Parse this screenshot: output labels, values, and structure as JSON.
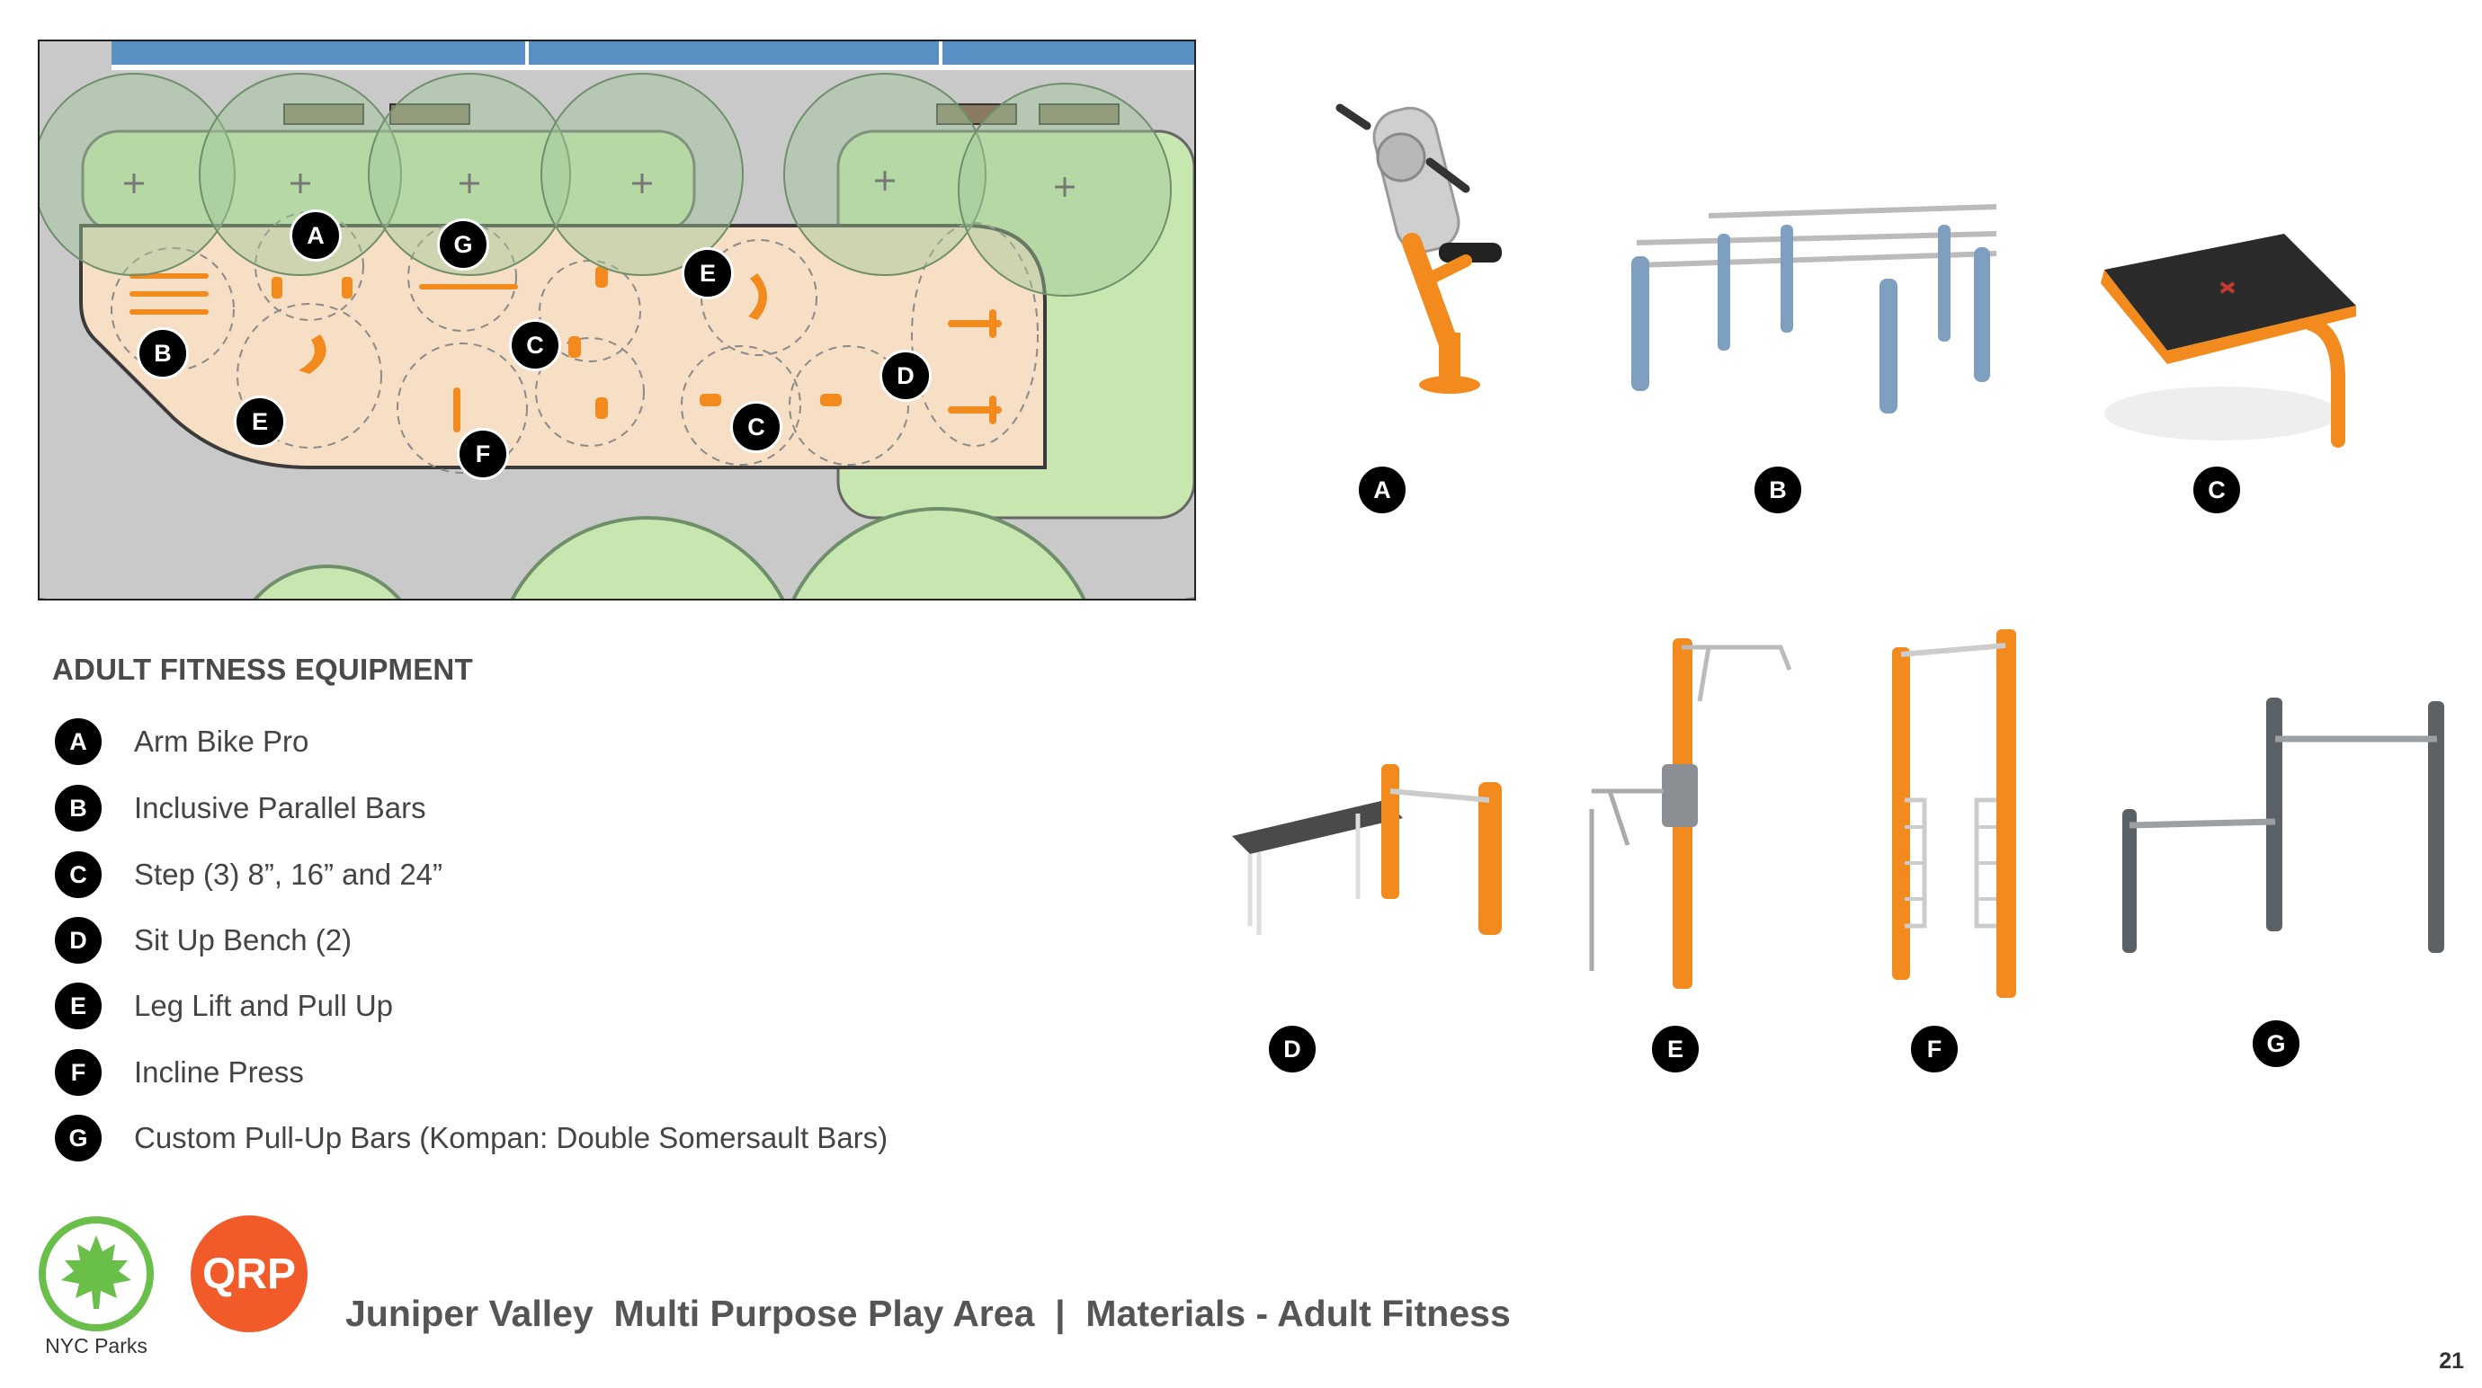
{
  "legend": {
    "title": "ADULT FITNESS EQUIPMENT",
    "items": [
      {
        "letter": "A",
        "label": "Arm Bike Pro"
      },
      {
        "letter": "B",
        "label": "Inclusive Parallel Bars"
      },
      {
        "letter": "C",
        "label": "Step (3) 8”, 16” and 24”"
      },
      {
        "letter": "D",
        "label": "Sit Up Bench (2)"
      },
      {
        "letter": "E",
        "label": "Leg Lift and Pull Up"
      },
      {
        "letter": "F",
        "label": "Incline Press"
      },
      {
        "letter": "G",
        "label": "Custom Pull-Up Bars (Kompan: Double Somersault Bars)"
      }
    ]
  },
  "plan_markers": [
    "A",
    "G",
    "E",
    "B",
    "C",
    "D",
    "E",
    "C",
    "F"
  ],
  "photo_badges": [
    "A",
    "B",
    "C",
    "D",
    "E",
    "F",
    "G"
  ],
  "logos": {
    "parks_label": "NYC Parks",
    "qrp_text": "QRP"
  },
  "footer": {
    "title": "Juniper Valley  Multi Purpose Play Area  |  Materials - Adult Fitness",
    "page_number": "21"
  },
  "colors": {
    "equipment_orange": "#f28a1e",
    "lawn_green": "#c8e6b0",
    "fitness_surface": "#f6dfc4",
    "court_blue": "#5a8fc4",
    "parks_green": "#6abf4b",
    "qrp_orange": "#f15a29"
  }
}
